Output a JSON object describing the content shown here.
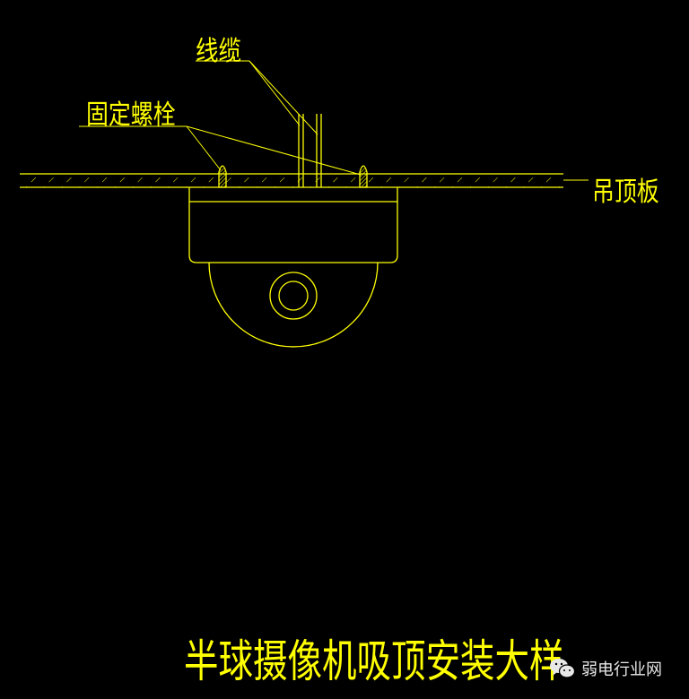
{
  "labels": {
    "cable": "线缆",
    "fixing_bolt": "固定螺栓",
    "ceiling_board": "吊顶板"
  },
  "title": "半球摄像机吸顶安装大样",
  "watermark": {
    "icon": "wechat-icon",
    "text": "弱电行业网"
  },
  "colors": {
    "line": "#ffff00",
    "background": "#000000",
    "watermark": "#e8e8e8"
  }
}
